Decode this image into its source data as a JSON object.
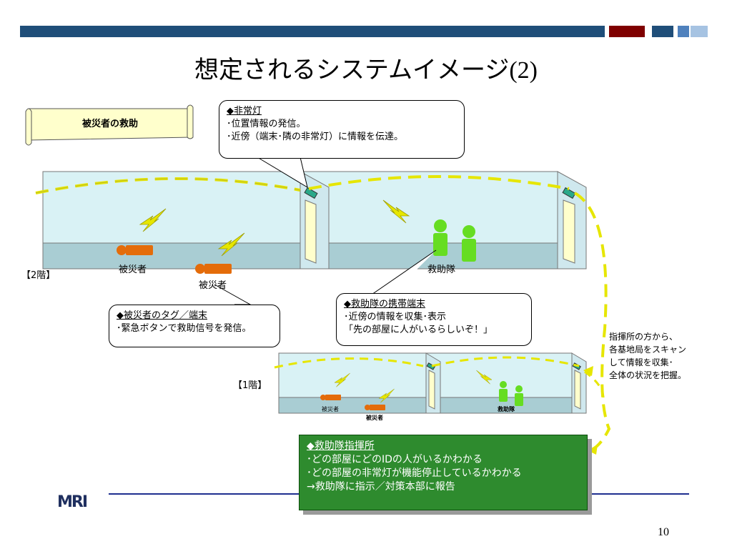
{
  "slide": {
    "title": "想定されるシステムイメージ",
    "title_num": "(2)",
    "page_number": "10",
    "logo_text": "MRI"
  },
  "scroll": {
    "label": "被災者の救助"
  },
  "callouts": {
    "emergency_light": {
      "head": "◆非常灯",
      "line1": "･位置情報の発信。",
      "line2": "･近傍（端末･隣の非常灯）に情報を伝達。"
    },
    "victim_tag": {
      "head": "◆被災者のタグ／端末",
      "line1": "･緊急ボタンで救助信号を発信。"
    },
    "rescue_terminal": {
      "head": "◆救助隊の携帯端末",
      "line1": "･近傍の情報を収集･表示",
      "line2": "「先の部屋に人がいるらしいぞ！」"
    }
  },
  "floor2": {
    "label": "【2階】",
    "victim1": "被災者",
    "victim2": "被災者",
    "rescue": "救助隊"
  },
  "floor1": {
    "label": "【1階】",
    "victim1": "被災者",
    "victim2": "被災者",
    "rescue": "救助隊"
  },
  "command_post": {
    "head": "◆救助隊指揮所",
    "line1": "･どの部屋にどのIDの人がいるかわかる",
    "line2": "･どの部屋の非常灯が機能停止しているかわかる",
    "line3": "→救助隊に指示／対策本部に報告"
  },
  "right_note": {
    "line1": "指揮所の方から、",
    "line2": "各基地局をスキャン",
    "line3": "して情報を収集･",
    "line4": "全体の状況を把握。"
  },
  "colors": {
    "header_bar": "#1f4e79",
    "accent_red": "#7f0000",
    "room_wall": "#d9f2f5",
    "room_floor": "#a9cdd3",
    "victim": "#e46c0a",
    "rescuer": "#66dd22",
    "signal": "#e6e600",
    "command_box": "#2e8b2e"
  }
}
